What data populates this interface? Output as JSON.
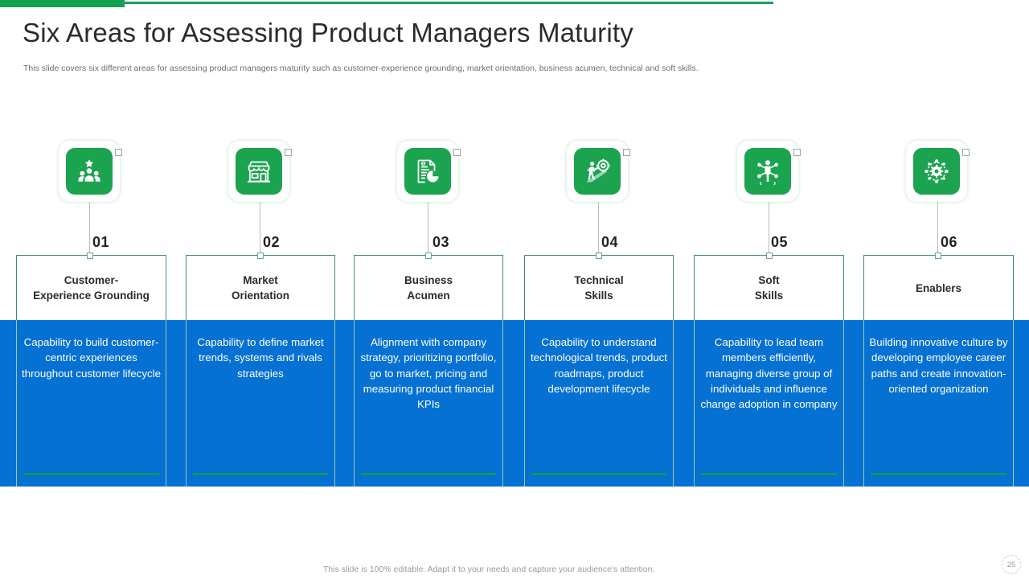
{
  "header": {
    "title": "Six Areas for Assessing Product Managers Maturity",
    "subtitle": "This slide covers six different areas for assessing product managers maturity such as customer-experience grounding, market orientation, business acumen, technical and soft skills."
  },
  "footer": {
    "note": "This slide is 100% editable. Adapt it to your needs and capture your audience's attention.",
    "page_number": "25"
  },
  "colors": {
    "green": "#1ba34f",
    "green_bar": "#12a150",
    "blue": "#0571d3",
    "underline_green": "#169464",
    "title_text": "#2b2b2b",
    "body_text": "#ffffff",
    "subtitle_text": "#6f6f6f"
  },
  "areas": [
    {
      "number": "01",
      "title": "Customer-\nExperience Grounding",
      "title_line1": "Customer-",
      "title_line2": "Experience Grounding",
      "description": "Capability to build customer-centric experiences throughout customer lifecycle",
      "icon": "people-group-star-icon"
    },
    {
      "number": "02",
      "title": "Market\nOrientation",
      "title_line1": "Market",
      "title_line2": "Orientation",
      "description": "Capability to define market trends, systems and rivals strategies",
      "icon": "storefront-icon"
    },
    {
      "number": "03",
      "title": "Business\nAcumen",
      "title_line1": "Business",
      "title_line2": "Acumen",
      "description": "Alignment with company strategy, prioritizing portfolio, go to market, pricing and measuring product financial KPIs",
      "icon": "financial-report-piechart-icon"
    },
    {
      "number": "04",
      "title": "Technical\nSkills",
      "title_line1": "Technical",
      "title_line2": "Skills",
      "description": "Capability to understand technological trends, product roadmaps, product development lifecycle",
      "icon": "person-pushing-gear-uphill-icon"
    },
    {
      "number": "05",
      "title": "Soft\nSkills",
      "title_line1": "Soft",
      "title_line2": "Skills",
      "description": "Capability to lead team members efficiently, managing diverse group of individuals and influence change adoption in company",
      "icon": "person-network-icon"
    },
    {
      "number": "06",
      "title": "Enablers",
      "title_line1": "Enablers",
      "title_line2": "",
      "description": "Building innovative culture by developing employee career paths and create innovation-oriented organization",
      "icon": "gear-network-icon"
    }
  ]
}
